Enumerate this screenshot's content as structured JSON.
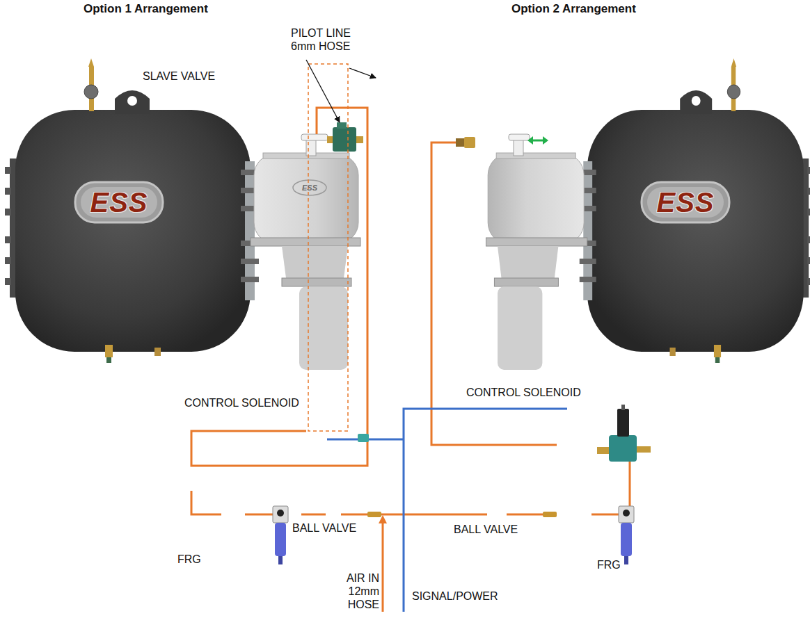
{
  "diagram": {
    "labels": [
      "Option 1 Arrangement",
      "Option 2 Arrangement",
      "PILOT LINE 6mm HOSE",
      "SLAVE VALVE",
      "ESS",
      "ESS",
      "ESS",
      "CONTROL SOLENOID",
      "CONTROL SOLENOID",
      "BALL VALVE",
      "BALL VALVE",
      "FRG",
      "FRG",
      "AIR IN 12mm HOSE",
      "SIGNAL/POWER"
    ]
  }
}
